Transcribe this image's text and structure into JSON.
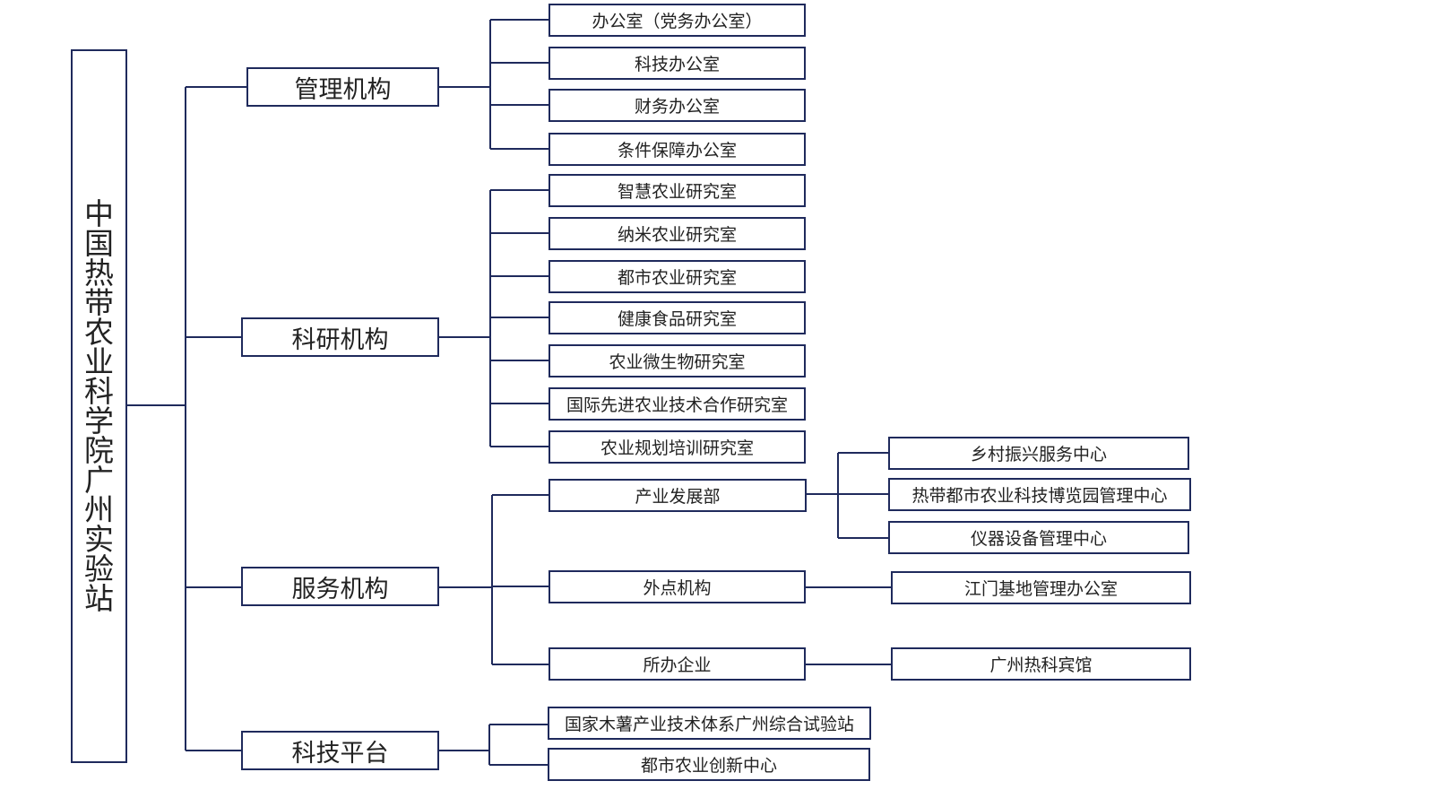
{
  "org": {
    "root": "中国热带农业科学院广州实验站",
    "categories": [
      {
        "label": "管理机构",
        "children": [
          {
            "label": "办公室（党务办公室）"
          },
          {
            "label": "科技办公室"
          },
          {
            "label": "财务办公室"
          },
          {
            "label": "条件保障办公室"
          }
        ]
      },
      {
        "label": "科研机构",
        "children": [
          {
            "label": "智慧农业研究室"
          },
          {
            "label": "纳米农业研究室"
          },
          {
            "label": "都市农业研究室"
          },
          {
            "label": "健康食品研究室"
          },
          {
            "label": "农业微生物研究室"
          },
          {
            "label": "国际先进农业技术合作研究室"
          },
          {
            "label": "农业规划培训研究室"
          }
        ]
      },
      {
        "label": "服务机构",
        "children": [
          {
            "label": "产业发展部",
            "children": [
              {
                "label": "乡村振兴服务中心"
              },
              {
                "label": "热带都市农业科技博览园管理中心"
              },
              {
                "label": "仪器设备管理中心"
              }
            ]
          },
          {
            "label": "外点机构",
            "children": [
              {
                "label": "江门基地管理办公室"
              }
            ]
          },
          {
            "label": "所办企业",
            "children": [
              {
                "label": "广州热科宾馆"
              }
            ]
          }
        ]
      },
      {
        "label": "科技平台",
        "children": [
          {
            "label": "国家木薯产业技术体系广州综合试验站"
          },
          {
            "label": "都市农业创新中心"
          }
        ]
      }
    ]
  },
  "colors": {
    "line": "#1f2a5c",
    "border": "#1f2a5c",
    "text": "#222222",
    "background": "#ffffff"
  }
}
